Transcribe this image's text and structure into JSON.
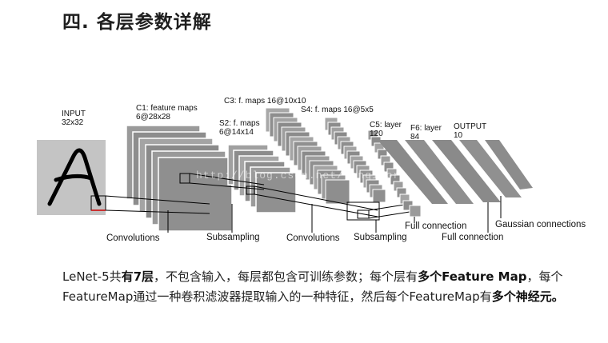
{
  "heading": "四. 各层参数详解",
  "figure": {
    "layers": {
      "input": "INPUT\n32x32",
      "c1": "C1: feature maps\n6@28x28",
      "s2": "S2: f. maps\n6@14x14",
      "c3": "C3: f. maps 16@10x10",
      "s4": "S4: f. maps 16@5x5",
      "c5": "C5: layer\n120",
      "f6": "F6: layer\n84",
      "output": "OUTPUT\n10"
    },
    "captions": {
      "conv1": "Convolutions",
      "sub1": "Subsampling",
      "conv2": "Convolutions",
      "sub2": "Subsampling",
      "full1": "Full connection",
      "full2": "Full connection",
      "gauss": "Gaussian connections"
    },
    "watermark": "http://blog.csdn.net/fanqiforu"
  },
  "paragraph": {
    "p1": "LeNet-5共",
    "b1": "有7层",
    "p2": "，不包含输入，每层都包含可训练参数；每个层有",
    "b2": "多个Feature Map",
    "p3": "，每个FeatureMap通过一种卷积滤波器提取输入的一种特征，然后每个FeatureMap有",
    "b3": "多个神经元。"
  }
}
